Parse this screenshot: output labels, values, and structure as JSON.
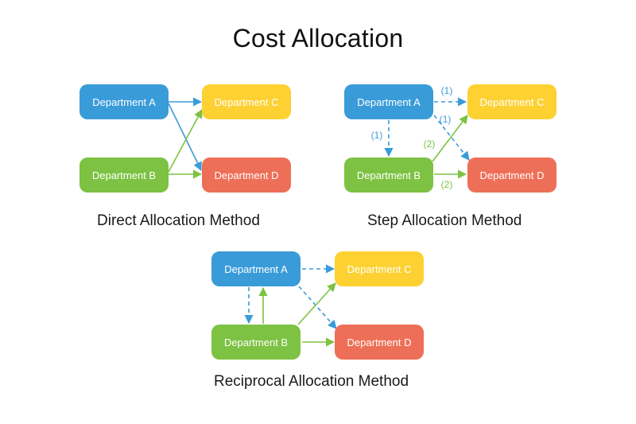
{
  "title": "Cost Allocation",
  "colors": {
    "dept_a": "#3a9bd9",
    "dept_b": "#7dc242",
    "dept_c": "#fdd132",
    "dept_d": "#ee6f57",
    "blue_arrow": "#3a9bd9",
    "green_arrow": "#7dc242"
  },
  "methods": {
    "direct": {
      "label": "Direct Allocation Method",
      "nodes": {
        "a": "Department A",
        "b": "Department B",
        "c": "Department C",
        "d": "Department D"
      }
    },
    "step": {
      "label": "Step Allocation Method",
      "nodes": {
        "a": "Department A",
        "b": "Department B",
        "c": "Department C",
        "d": "Department D"
      },
      "edge_labels": {
        "a_to_c": "(1)",
        "a_to_d": "(1)",
        "a_to_b": "(1)",
        "b_to_c": "(2)",
        "b_to_d": "(2)"
      }
    },
    "reciprocal": {
      "label": "Reciprocal Allocation Method",
      "nodes": {
        "a": "Department A",
        "b": "Department B",
        "c": "Department C",
        "d": "Department D"
      }
    }
  }
}
